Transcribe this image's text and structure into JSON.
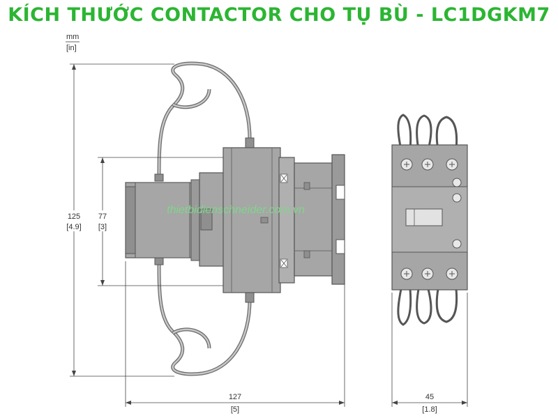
{
  "title": "KÍCH THƯỚC CONTACTOR CHO TỤ BÙ - LC1DGKM7",
  "colors": {
    "title": "#2bb532",
    "body": "#a6a6a6",
    "body_dark": "#8f8f8f",
    "outline": "#555555",
    "dim_line": "#444444",
    "watermark": "#7fd68a"
  },
  "units": {
    "primary": "mm",
    "secondary": "[in]"
  },
  "dimensions": {
    "height_total": {
      "mm": "125",
      "in": "[4.9]"
    },
    "height_body": {
      "mm": "77",
      "in": "[3]"
    },
    "width_side": {
      "mm": "127",
      "in": "[5]"
    },
    "width_front": {
      "mm": "45",
      "in": "[1.8]"
    }
  },
  "watermark": "thietbidienschneider.com.vn"
}
